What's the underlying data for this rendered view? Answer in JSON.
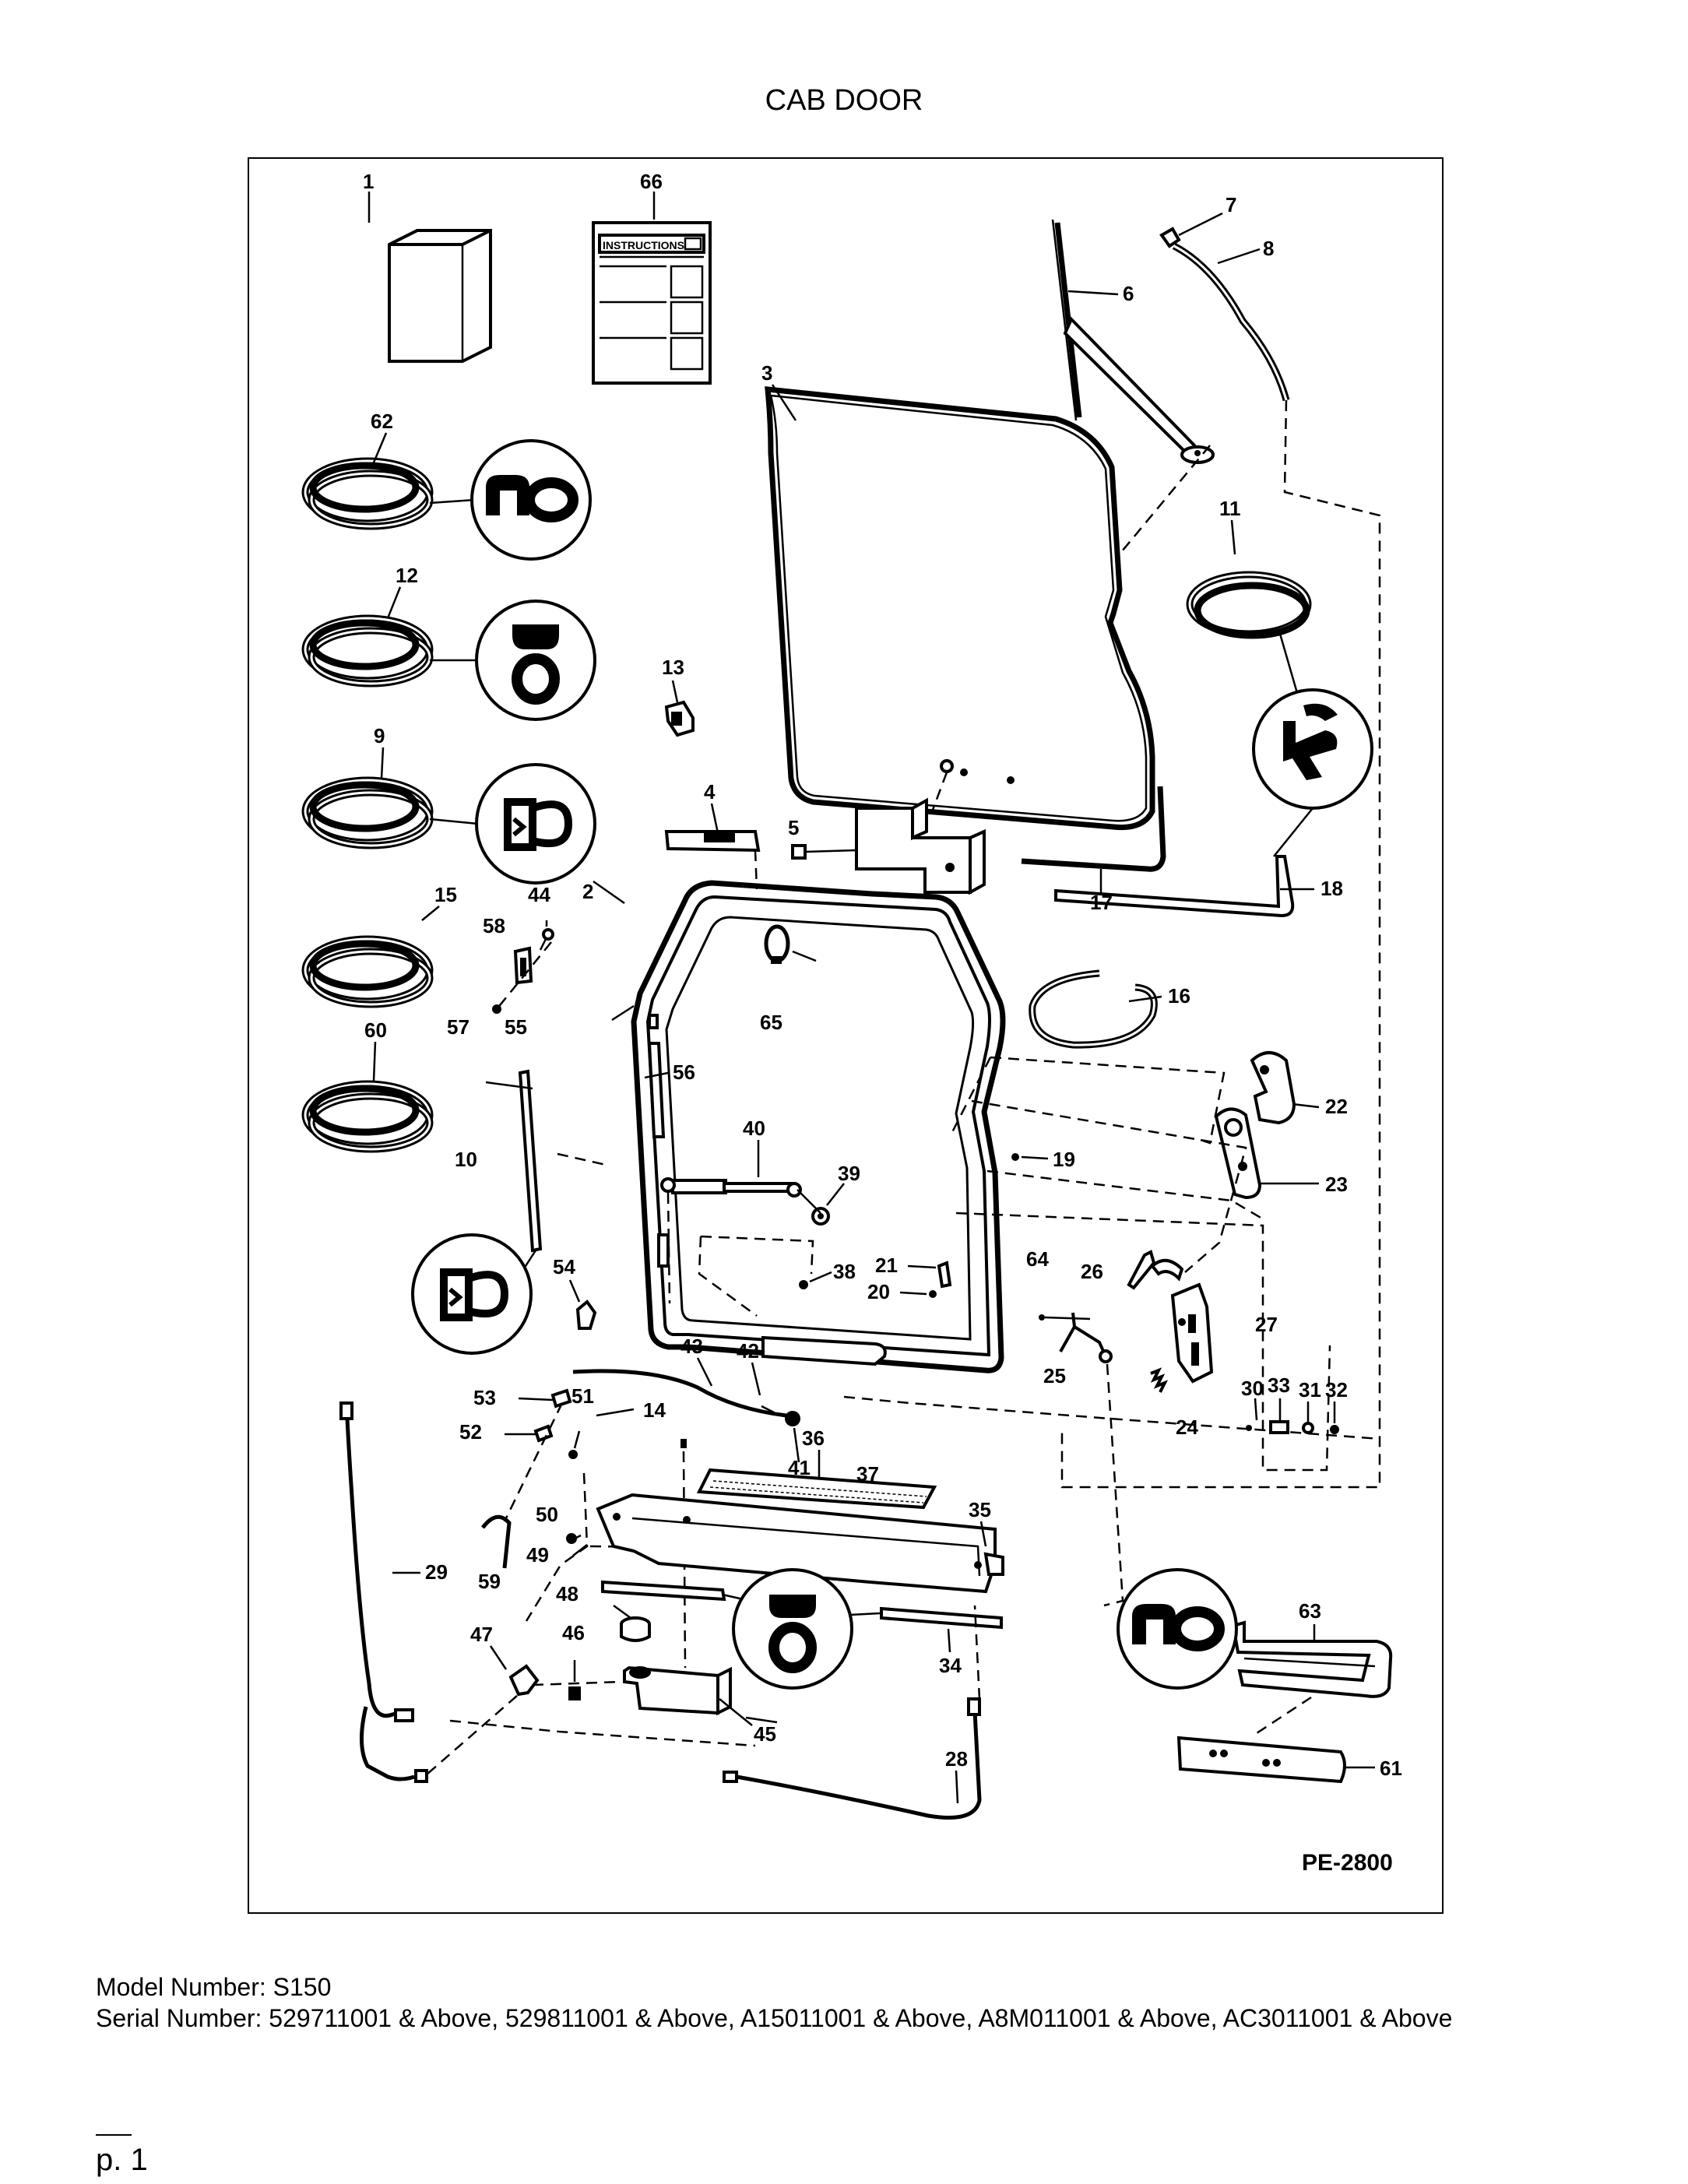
{
  "page": {
    "title": "CAB DOOR",
    "model_number": "Model Number: S150",
    "serial_number": "Serial Number: 529711001 & Above, 529811001 & Above, A15011001 & Above, A8M011001 & Above, AC3011001 & Above",
    "page_number": "p. 1"
  },
  "diagram": {
    "code": "PE-2800",
    "instructions_text": "INSTRUCTIONS",
    "callouts": {
      "c1": "1",
      "c2": "2",
      "c3": "3",
      "c4": "4",
      "c5": "5",
      "c6": "6",
      "c7": "7",
      "c8": "8",
      "c9": "9",
      "c10": "10",
      "c11": "11",
      "c12": "12",
      "c13": "13",
      "c14": "14",
      "c15": "15",
      "c16": "16",
      "c17": "17",
      "c18": "18",
      "c19": "19",
      "c20": "20",
      "c21": "21",
      "c22": "22",
      "c23": "23",
      "c24": "24",
      "c25": "25",
      "c26": "26",
      "c27": "27",
      "c28": "28",
      "c29": "29",
      "c30": "30",
      "c31": "31",
      "c32": "32",
      "c33": "33",
      "c34": "34",
      "c35": "35",
      "c36": "36",
      "c37": "37",
      "c38": "38",
      "c39": "39",
      "c40": "40",
      "c41": "41",
      "c42": "42",
      "c43": "43",
      "c44": "44",
      "c45": "45",
      "c46": "46",
      "c47": "47",
      "c48": "48",
      "c49": "49",
      "c50": "50",
      "c51": "51",
      "c52": "52",
      "c53": "53",
      "c54": "54",
      "c55": "55",
      "c56": "56",
      "c57": "57",
      "c58": "58",
      "c59": "59",
      "c60": "60",
      "c61": "61",
      "c62": "62",
      "c63": "63",
      "c64": "64",
      "c65": "65",
      "c66": "66"
    }
  }
}
